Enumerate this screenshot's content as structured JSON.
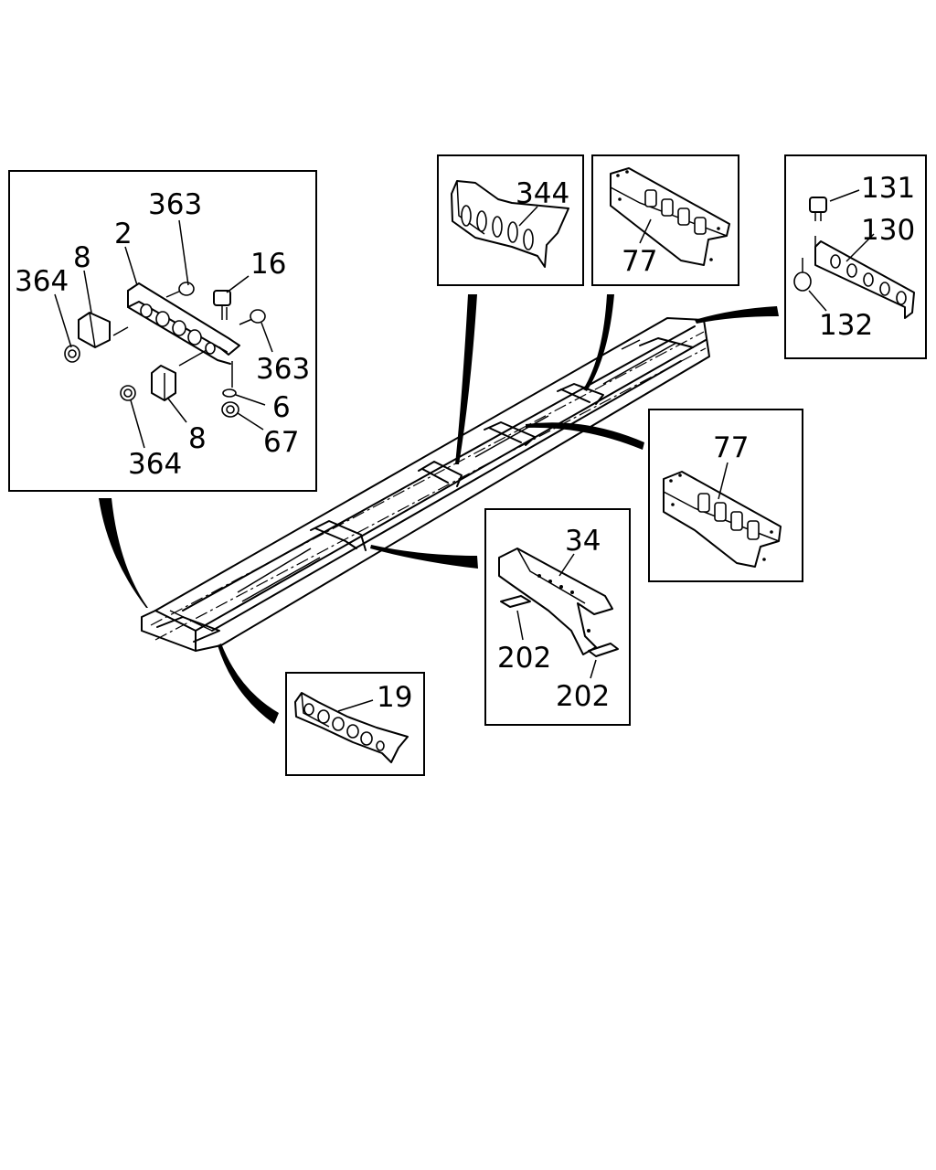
{
  "callouts": {
    "inset_crossmember_front": {
      "label_363_top": "363",
      "label_2": "2",
      "label_8_top": "8",
      "label_16": "16",
      "label_364_top": "364",
      "label_363_right": "363",
      "label_6": "6",
      "label_67": "67",
      "label_8_bottom": "8",
      "label_364_bottom": "364"
    },
    "inset_344": {
      "label": "344"
    },
    "inset_77_top": {
      "label": "77"
    },
    "inset_131": {
      "label_131": "131",
      "label_130": "130",
      "label_132": "132"
    },
    "inset_77_right": {
      "label": "77"
    },
    "inset_34": {
      "label_34": "34",
      "label_202_left": "202",
      "label_202_right": "202"
    },
    "inset_19": {
      "label": "19"
    }
  },
  "colors": {
    "ink": "#000000",
    "paper": "#ffffff"
  }
}
